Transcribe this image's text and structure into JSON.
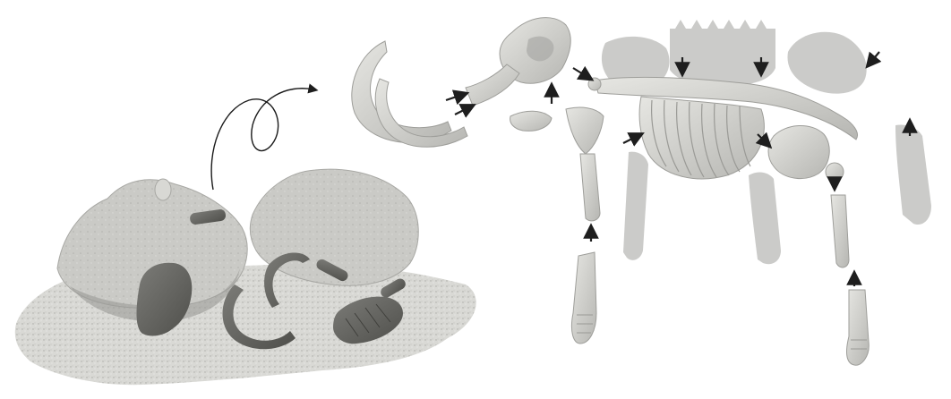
{
  "image": {
    "palette": {
      "background": "#ffffff",
      "sand": "#d6d6d2",
      "rock": "#c4c4c0",
      "rock_shadow": "#8c8c88",
      "fossil_dark": "#6a6a66",
      "bone": "#d9d9d5",
      "bone_shade": "#b4b4b0",
      "silhouette": "#c8c8c6",
      "arrow": "#1e1e1e"
    },
    "regions": [
      "dig-site",
      "curly-arrow",
      "skeleton-assembly"
    ]
  }
}
